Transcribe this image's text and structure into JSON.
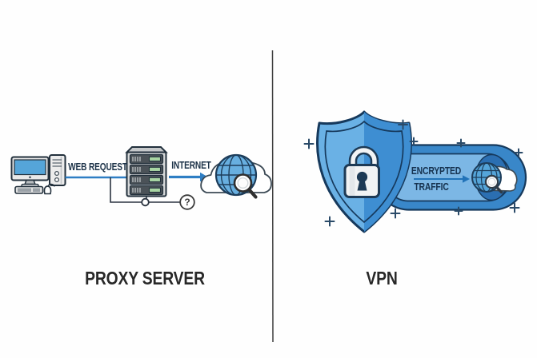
{
  "left_panel": {
    "title": "PROXY SERVER",
    "labels": {
      "web_request": "WEB REQUEST",
      "internet": "INTERNET",
      "question_mark": "?"
    },
    "icons": [
      "desktop-computer",
      "server-rack",
      "cloud",
      "globe",
      "magnifier",
      "question-circle"
    ]
  },
  "right_panel": {
    "title": "VPN",
    "labels": {
      "tunnel_line1": "ENCRYPTED",
      "tunnel_line2": "TRAFFIC"
    },
    "icons": [
      "shield",
      "padlock",
      "vpn-tunnel",
      "cloud",
      "globe",
      "magnifier",
      "plus-sparkles"
    ]
  },
  "colors": {
    "background": "#fefefe",
    "accent_blue": "#2e7ec4",
    "outline_navy": "#16395c",
    "shield_light": "#6ab1e5",
    "shield_dark": "#3e8ed2",
    "tunnel_outer": "#3987c9",
    "tunnel_inner": "#7cb7e5",
    "tunnel_depth": "#2b6fb2",
    "screen_blue": "#55a5d9",
    "led_green": "#a9d6a4",
    "label_navy": "#1c3248",
    "title_dark": "#282828",
    "divider_gray": "#3f3f3f"
  }
}
